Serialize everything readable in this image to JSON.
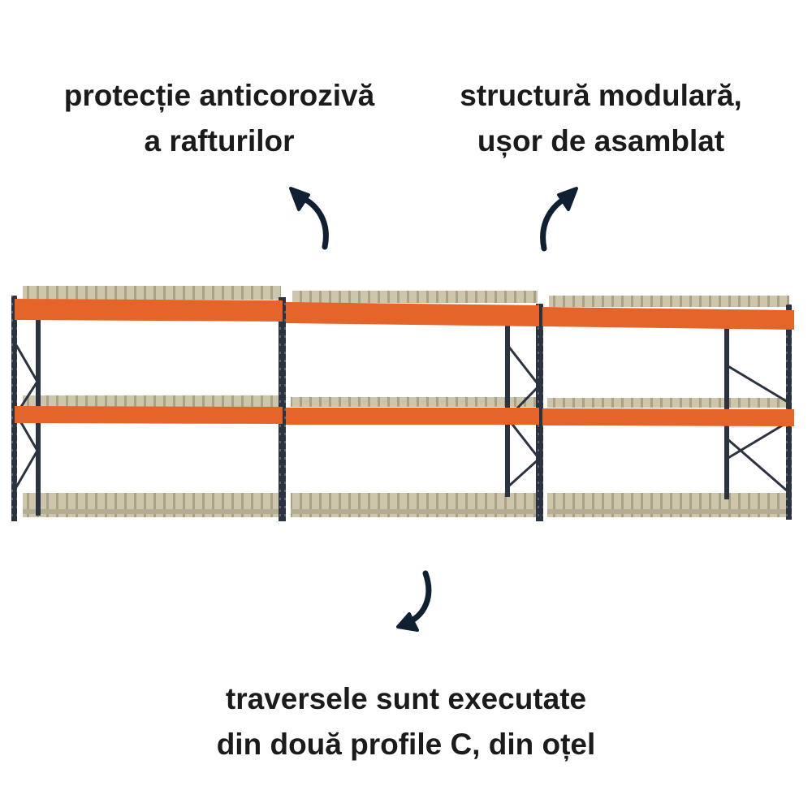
{
  "captions": {
    "left": {
      "line1": "protecție anticorozivă",
      "line2": "a rafturilor"
    },
    "right": {
      "line1": "structură modulară,",
      "line2": "ușor de asamblat"
    },
    "bottom": {
      "line1": "traversele sunt executate",
      "line2": "din două profile C, din oțel"
    }
  },
  "colors": {
    "text": "#1b1b1b",
    "arrow": "#0f2033",
    "beam": "#e4642a",
    "upright": "#2c3340",
    "pallet": "#cdc6ac"
  },
  "icons": [
    "arrow-up-left-icon",
    "arrow-up-right-icon",
    "arrow-down-left-icon"
  ]
}
